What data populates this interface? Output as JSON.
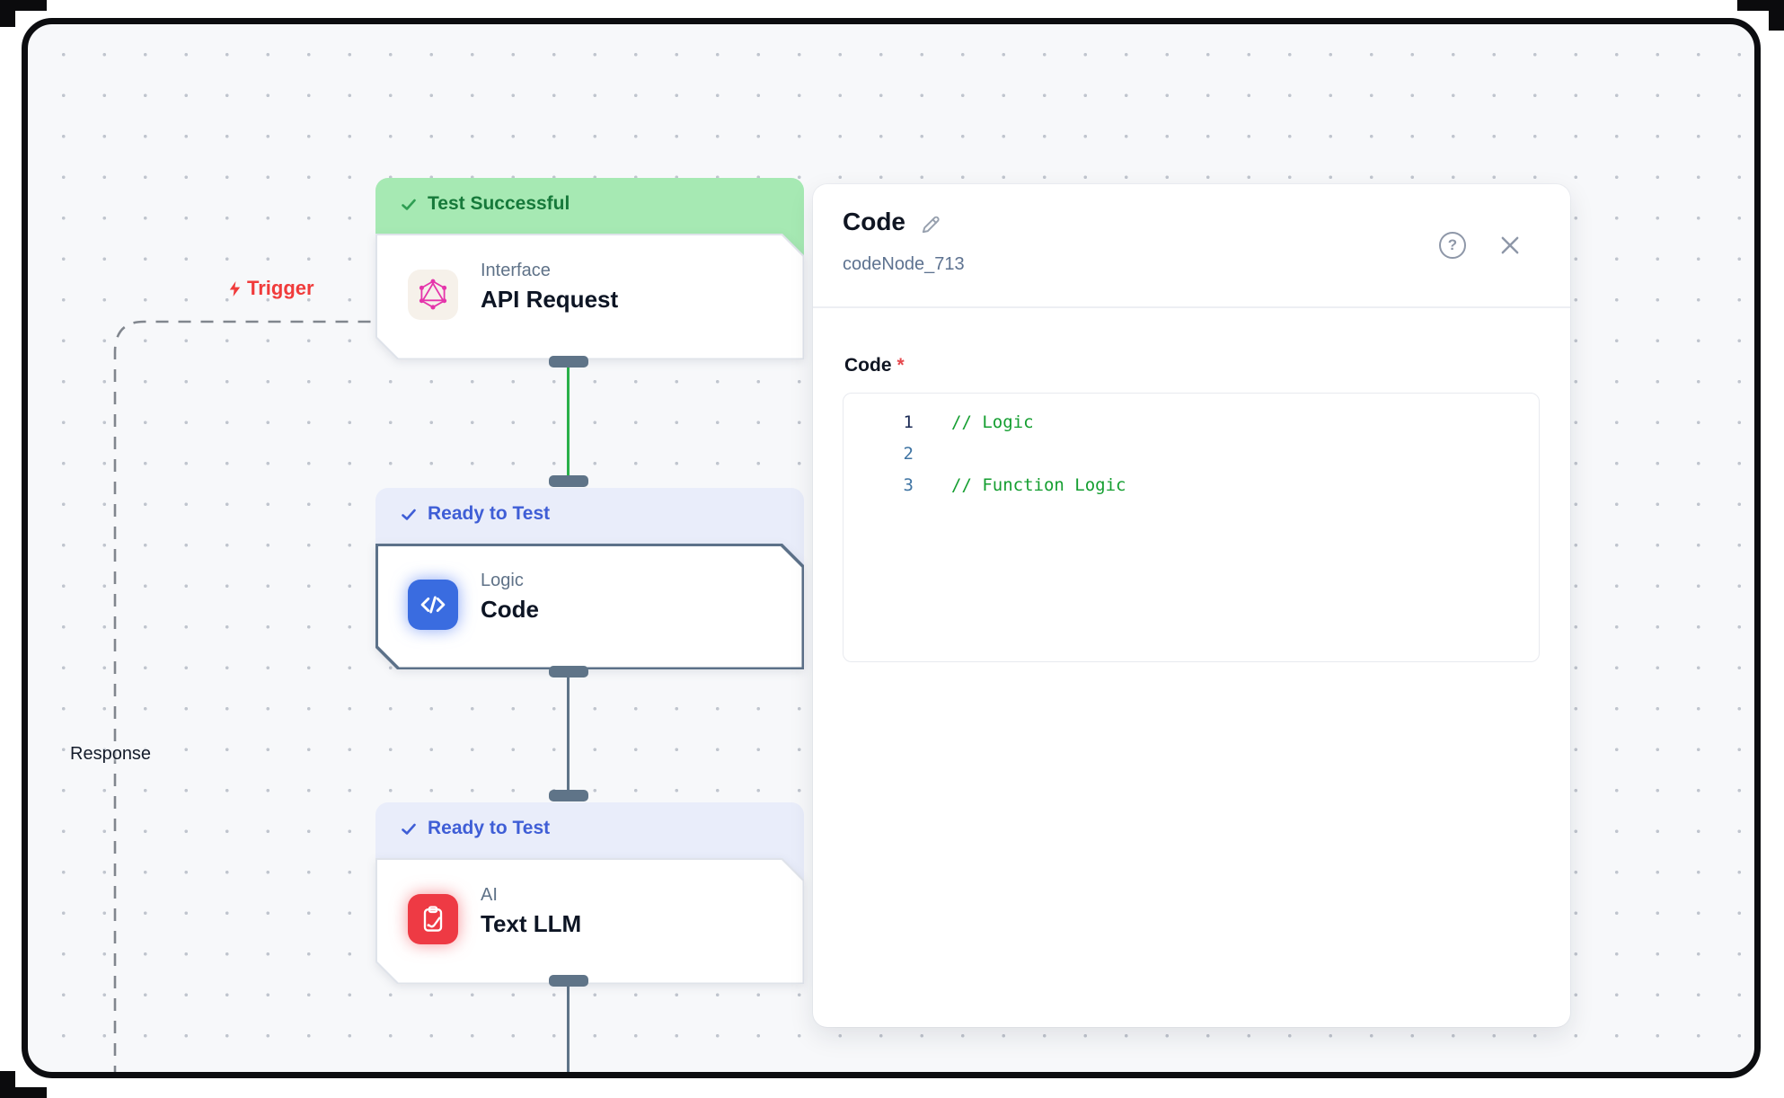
{
  "canvas": {
    "trigger": {
      "label": "Trigger"
    },
    "response_label": "Response"
  },
  "nodes": [
    {
      "status_label": "Test Successful",
      "category": "Interface",
      "title": "API Request"
    },
    {
      "status_label": "Ready to Test",
      "category": "Logic",
      "title": "Code"
    },
    {
      "status_label": "Ready to Test",
      "category": "AI",
      "title": "Text LLM"
    }
  ],
  "panel": {
    "title": "Code",
    "node_id": "codeNode_713",
    "help_glyph": "?",
    "field": {
      "label": "Code",
      "required_mark": "*"
    },
    "code_editor": {
      "lines": [
        {
          "number": "1",
          "text": "// Logic"
        },
        {
          "number": "2",
          "text": ""
        },
        {
          "number": "3",
          "text": "// Function Logic"
        }
      ]
    }
  },
  "colors": {
    "accent_green": "#a6e9b3",
    "green_text": "#16793a",
    "accent_blue_bg": "#e9edfa",
    "blue_text": "#3f5ed6",
    "trigger_red": "#f03b3b",
    "comment_green": "#149e30",
    "icon_blue": "#3a6ce0",
    "icon_red": "#ee3a44",
    "graphql_pink": "#e535ab",
    "slate": "#5f7488"
  }
}
